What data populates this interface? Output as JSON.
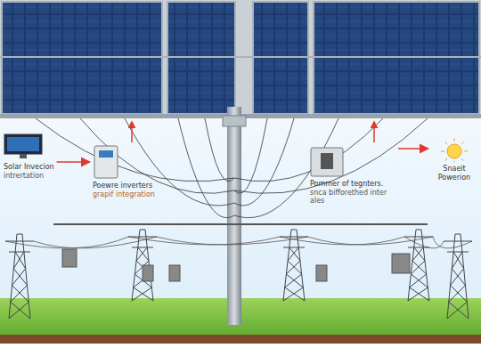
{
  "diagram": {
    "nodes": [
      {
        "text": [
          "Solar Invecion",
          "intrertation"
        ]
      },
      {
        "text": [
          "Poewre inverters",
          "grapif integration"
        ]
      },
      {
        "text": [
          "Pommer of tegnters.",
          "snca bifforethed inter ales"
        ]
      },
      {
        "text": [
          "Snaeit Powerion"
        ]
      }
    ],
    "edges": [
      {
        "from": 0,
        "to": 1,
        "arrow": "to"
      },
      {
        "from": 2,
        "to": 3,
        "arrow": "to"
      }
    ]
  }
}
